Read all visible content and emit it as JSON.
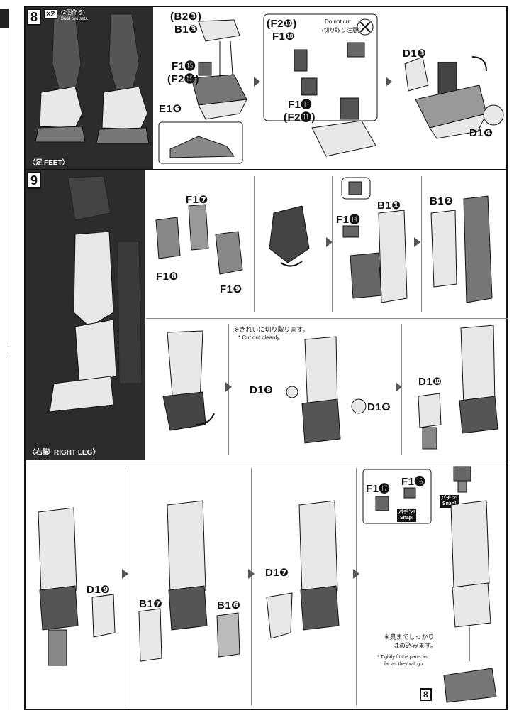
{
  "step8": {
    "number": "8",
    "multiplier": "×2",
    "multiplier_note_ja": "(2個作る)",
    "multiplier_note_en": "Build two sets.",
    "caption_ja": "〈足",
    "caption_en": "FEET〉",
    "labels": {
      "b2_3": "(B2❸)",
      "b1_3": "B1❸",
      "f1_15": "F1⓯",
      "f2_15": "(F2⓯)",
      "e1_6": "E1❻",
      "f2_10": "(F2❿)",
      "f1_10": "F1❿",
      "f1_11": "F1⓫",
      "f2_11": "(F2⓫)",
      "d1_3": "D1❸",
      "d1_4": "D1❹"
    },
    "dont_cut_en": "Do not cut.",
    "dont_cut_ja": "(切り取り注意)"
  },
  "step9": {
    "number": "9",
    "caption_ja": "〈右脚",
    "caption_en": "RIGHT LEG〉",
    "labels": {
      "f1_7": "F1❼",
      "f1_8": "F1❽",
      "f1_9": "F1❾",
      "f1_14": "F1⓮",
      "b1_1": "B1❶",
      "b1_2": "B1❷",
      "d1_8_left": "D1❽",
      "d1_8_right": "D1❽",
      "d1_10": "D1❿",
      "d1_9": "D1❾",
      "b1_7": "B1❼",
      "b1_6": "B1❻",
      "d1_7": "D1❼",
      "f1_17": "F1⓱",
      "f1_16": "F1⓰"
    },
    "cut_note_ja": "※きれいに切り取ります。",
    "cut_note_en": "* Cut out cleanly.",
    "snap_1": "パチン!\nSnap!",
    "snap_2": "パチン!\nSnap!",
    "fit_note_ja_1": "※奥までしっかり",
    "fit_note_ja_2": "はめ込みます。",
    "fit_note_en_1": "* Tightly fit the parts as",
    "fit_note_en_2": "far as they will go.",
    "ref_step": "8"
  },
  "colors": {
    "frame": "#111111",
    "dark_panel": "#2c2c2c",
    "part_light": "#e8e8e8",
    "part_dark": "#555555"
  }
}
